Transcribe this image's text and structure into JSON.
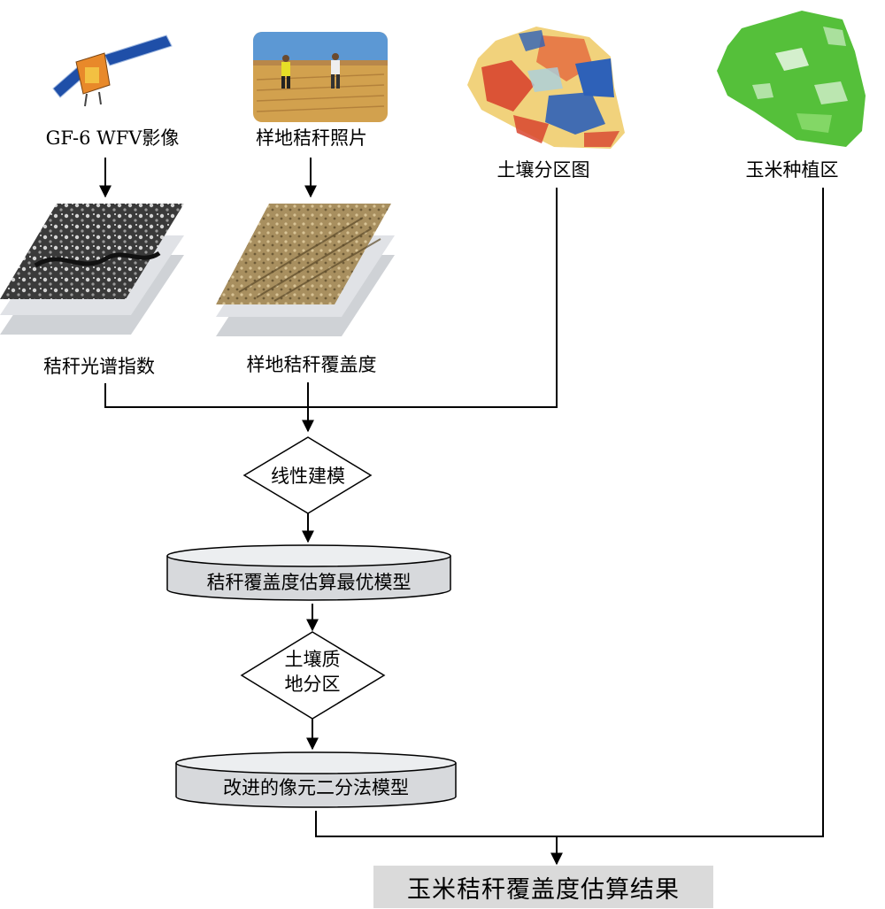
{
  "inputs": {
    "satellite_label": "GF-6 WFV影像",
    "field_photo_label": "样地秸秆照片",
    "soil_map_label": "土壤分区图",
    "corn_area_label": "玉米种植区"
  },
  "intermediate": {
    "spectral_index_label": "秸秆光谱指数",
    "plot_coverage_label": "样地秸秆覆盖度"
  },
  "process": {
    "linear_modeling": "线性建模",
    "optimal_model": "秸秆覆盖度估算最优模型",
    "soil_zone_line1": "土壤质",
    "soil_zone_line2": "地分区",
    "improved_model": "改进的像元二分法模型"
  },
  "output": {
    "result": "玉米秸秆覆盖度估算结果"
  },
  "colors": {
    "cylinder_fill": "#d7d9dc",
    "result_fill": "#dadada",
    "corn_green": "#55c03a",
    "soil_red": "#d8452f",
    "soil_yellow": "#f1d27c",
    "soil_blue": "#2e61b8"
  }
}
